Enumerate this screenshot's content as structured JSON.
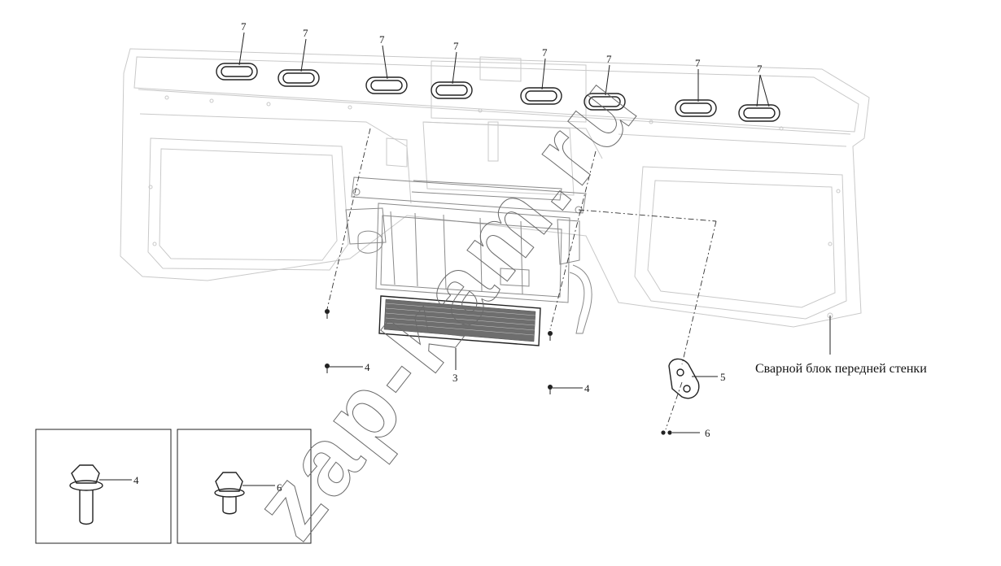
{
  "diagram": {
    "caption": "Сварной блок передней стенки",
    "watermark": "zap-kam.ru",
    "callouts": {
      "grommet": "7",
      "heater_unit": "3",
      "bolt": "4",
      "bracket": "5",
      "small_bolt": "6"
    },
    "inset_labels": {
      "bolt": "4",
      "small_bolt": "6"
    }
  }
}
